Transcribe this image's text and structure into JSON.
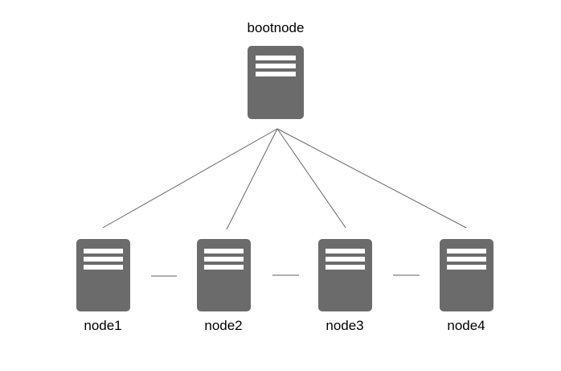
{
  "diagram": {
    "bootnode": {
      "label": "bootnode"
    },
    "nodes": [
      {
        "label": "node1"
      },
      {
        "label": "node2"
      },
      {
        "label": "node3"
      },
      {
        "label": "node4"
      }
    ],
    "edges": {
      "tree": [
        "bootnode-node1",
        "bootnode-node2",
        "bootnode-node3",
        "bootnode-node4"
      ],
      "peer": [
        "node1-node2",
        "node2-node3",
        "node3-node4"
      ]
    },
    "colors": {
      "background": "#ffffff",
      "server_fill": "#6b6b6b",
      "server_stripe": "#ffffff",
      "tree_edge": "#666666",
      "peer_edge": "#b0b0b0",
      "label_text": "#000000"
    }
  }
}
